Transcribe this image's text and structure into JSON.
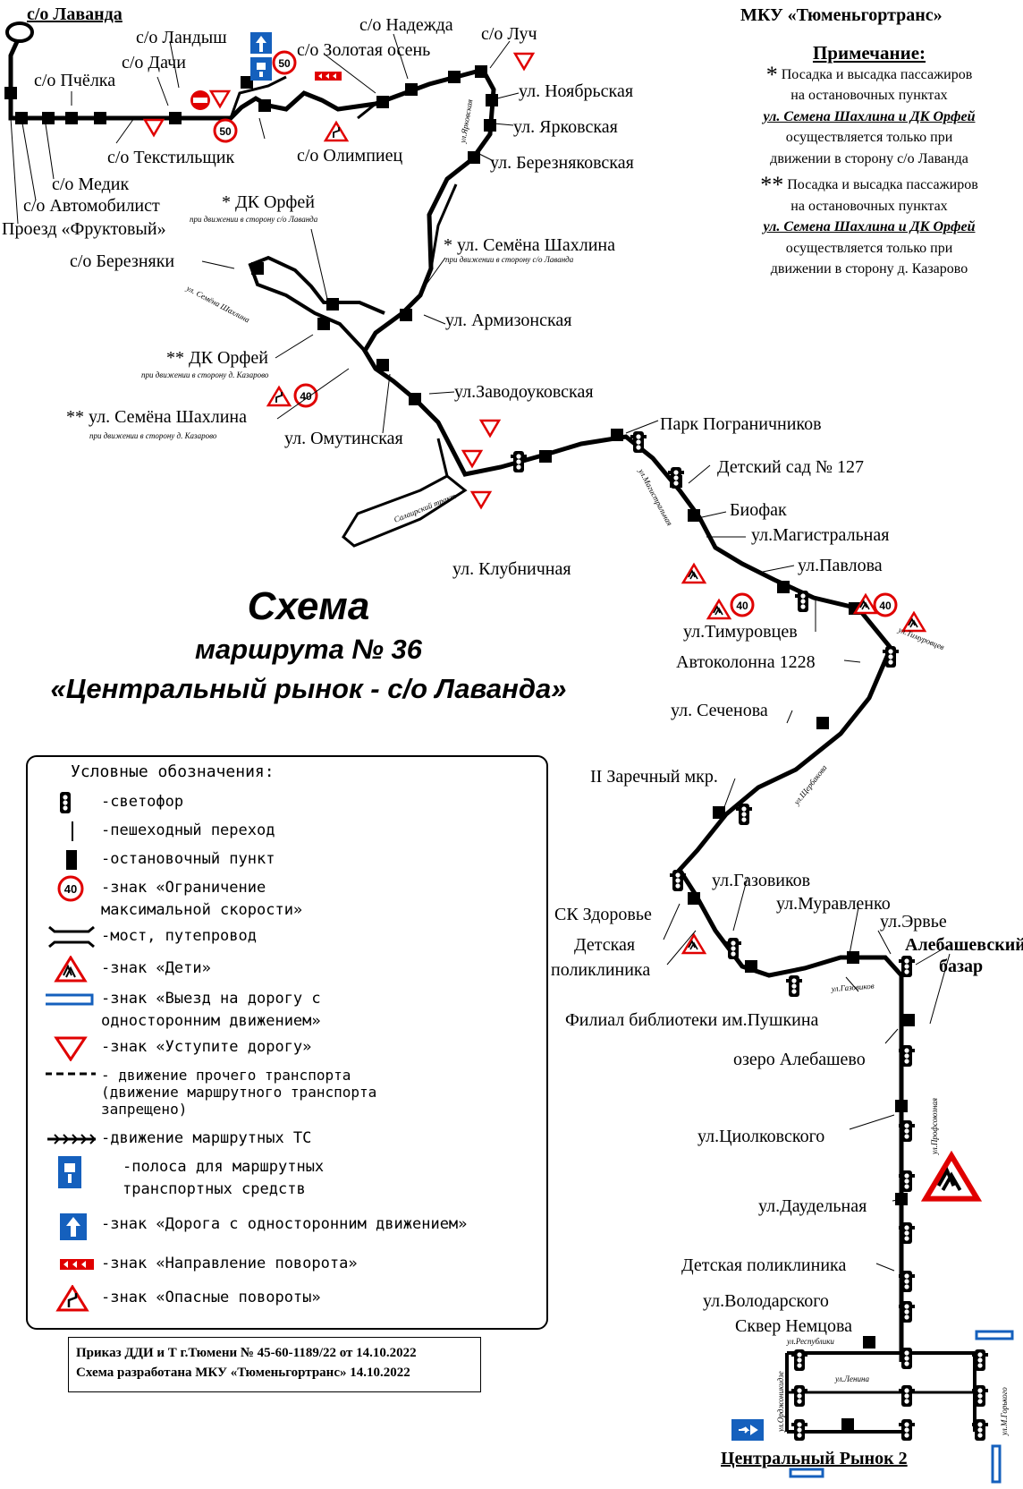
{
  "organization": "МКУ «Тюменьгортранс»",
  "note": {
    "heading": "Примечание:",
    "items": [
      {
        "marker": "*",
        "text1": "Посадка и высадка пассажиров",
        "text2": "на остановочных пунктах",
        "stops": "ул. Семена Шахлина и ДК Орфей",
        "text3": "осуществляется только при",
        "text4": "движении в сторону с/о Лаванда"
      },
      {
        "marker": "**",
        "text1": "Посадка и высадка пассажиров",
        "text2": "на остановочных пунктах",
        "stops": "ул. Семена Шахлина и ДК Орфей",
        "text3": "осуществляется только при",
        "text4": "движении в сторону д. Казарово"
      }
    ]
  },
  "title": {
    "line1": "Схема",
    "line2": "маршрута № 36",
    "line3": "«Центральный рынок - с/о Лаванда»"
  },
  "stops": {
    "lavanda": "с/о Лаванда",
    "landysh": "с/о Ландыш",
    "dachi": "с/о Дачи",
    "pchelka": "с/о Пчёлка",
    "nadezhda": "с/о Надежда",
    "zolotaya_osen": "с/о Золотая осень",
    "luch": "с/о Луч",
    "noyabrskaya": "ул. Ноябрьская",
    "yarkovskaya": "ул. Ярковская",
    "bereznyakovskaya": "ул. Березняковская",
    "tekstilshchik": "с/о Текстильщик",
    "olimpiets": "с/о Олимпиец",
    "medik": "с/о Медик",
    "avtomobilist": "с/о Автомобилист",
    "fruktovy": "Проезд «Фруктовый»",
    "dk_orfey_1": "* ДК Орфей",
    "dk_orfey_1_note": "при движении в сторону с/о Лаванда",
    "bereznyaki": "с/о Березняки",
    "shakhlina_1": "* ул. Семёна Шахлина",
    "shakhlina_1_note": "при движении в сторону с/о Лаванда",
    "armizonskaya": "ул. Армизонская",
    "dk_orfey_2": "** ДК Орфей",
    "dk_orfey_2_note": "при движении в сторону д. Казарово",
    "zavodoukovskaya": "ул.Заводоуковская",
    "shakhlina_2": "** ул. Семёна Шахлина",
    "shakhlina_2_note": "при движении в сторону д. Казарово",
    "omutinskaya": "ул. Омутинская",
    "park_pogranichnikov": "Парк Пограничников",
    "detsad_127": "Детский сад № 127",
    "biofak": "Биофак",
    "magistralnaya": "ул.Магистральная",
    "klubnichnaya": "ул. Клубничная",
    "pavlova": "ул.Павлова",
    "timurovtsev": "ул.Тимуровцев",
    "avtokolonna": "Автоколонна 1228",
    "sechenova": "ул. Сеченова",
    "zarechny": "II Заречный мкр.",
    "gazovikov": "ул.Газовиков",
    "muravlenko": "ул.Муравленко",
    "ervye": "ул.Эрвье",
    "sk_zdorovye": "СК Здоровье",
    "alebashevsky_1": "Алебашевский",
    "alebashevsky_2": "базар",
    "det_poliklinika_1a": "Детская",
    "det_poliklinika_1b": "поликлиника",
    "filial_pushkina": "Филиал библиотеки им.Пушкина",
    "ozero_alebashevo": "озеро Алебашево",
    "tsiolkovskogo": "ул.Циолковского",
    "daudelnaya": "ул.Даудельная",
    "det_poliklinika_2": "Детская поликлиника",
    "volodarskogo": "ул.Володарского",
    "skver_nemtsova": "Сквер Немцова",
    "tsentralny_rynok": "Центральный Рынок 2"
  },
  "streets": {
    "yarkovskaya": "ул.Ярковская",
    "semena_shakhlina": "ул. Семёна Шахлина",
    "salairsky": "Салаирский тракт",
    "magistralnaya": "ул.Магистральная",
    "timurovtsev": "ул.Тимуровцев",
    "shcherbakova": "ул.Щербакова",
    "gazovikov": "ул.Газовиков",
    "profsoyuznaya": "ул.Профсоюзная",
    "respubliki": "ул.Республики",
    "lenina": "ул.Ленина",
    "ordzhonikidze": "ул.Орджоникидзе",
    "gorkogo": "ул.М.Горького"
  },
  "speed_signs": [
    "50",
    "50",
    "40",
    "40",
    "40"
  ],
  "legend": {
    "heading": "Условные обозначения:",
    "items": [
      {
        "icon": "traffic-light",
        "text": "-светофор"
      },
      {
        "icon": "pedestrian-crossing",
        "text": "-пешеходный переход"
      },
      {
        "icon": "bus-stop",
        "text": "-остановочный пункт"
      },
      {
        "icon": "speed-limit",
        "sign": "40",
        "text": "-знак «Ограничение\nмаксимальной скорости»"
      },
      {
        "icon": "bridge",
        "text": "-мост, путепровод"
      },
      {
        "icon": "children-sign",
        "text": "-знак «Дети»"
      },
      {
        "icon": "one-way-exit",
        "text": "-знак «Выезд на дорогу с\nодносторонним движением»"
      },
      {
        "icon": "yield-sign",
        "text": "-знак «Уступите дорогу»"
      },
      {
        "icon": "dashed-line",
        "text": "- движение прочего транспорта\n(движение маршрутного транспорта\nзапрещено)"
      },
      {
        "icon": "route-arrows",
        "text": "-движение маршрутных ТС"
      },
      {
        "icon": "bus-lane",
        "text": "-полоса для маршрутных\nтранспортных средств"
      },
      {
        "icon": "one-way-road",
        "text": "-знак «Дорога с односторонним движением»"
      },
      {
        "icon": "turn-direction",
        "text": "-знак «Направление поворота»"
      },
      {
        "icon": "dangerous-turns",
        "text": "-знак «Опасные повороты»"
      }
    ]
  },
  "footer": {
    "line1": "Приказ ДДИ и Т г.Тюмени № 45-60-1189/22 от 14.10.2022",
    "line2": "Схема разработана МКУ «Тюменьгортранс» 14.10.2022"
  },
  "colors": {
    "line": "#000000",
    "sign_red": "#e00000",
    "sign_blue": "#1560bd"
  }
}
